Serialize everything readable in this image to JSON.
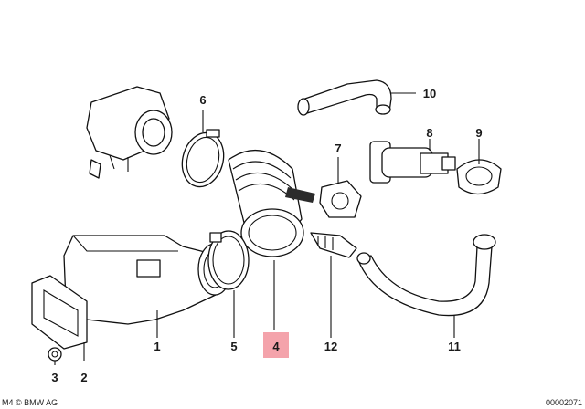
{
  "callouts": [
    "1",
    "2",
    "3",
    "4",
    "5",
    "6",
    "7",
    "8",
    "9",
    "10",
    "11",
    "12"
  ],
  "highlighted_callout": "4",
  "footer": {
    "copyright_prefix": "M4",
    "copyright_owner": "© BMW AG",
    "document_number": "00002071"
  },
  "colors": {
    "highlight": "#f4a3ab",
    "line": "#111111"
  }
}
